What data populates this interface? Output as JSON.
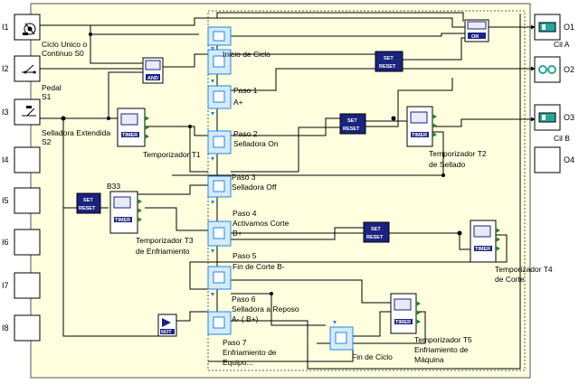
{
  "inputs": [
    "I1",
    "I2",
    "I3",
    "I4",
    "I5",
    "I6",
    "I7",
    "I8"
  ],
  "outputs": [
    "O1",
    "O2",
    "O3",
    "O4"
  ],
  "output_labels": {
    "o1": "Cil A",
    "o3": "Cil B"
  },
  "input_labels": {
    "i1_a": "Ciclo Unico o",
    "i1_b": "Continuo S0",
    "i2_a": "Pedal",
    "i2_b": "S1",
    "i3_a": "Selladora Extendida",
    "i3_b": "S2"
  },
  "steps": {
    "inicio": "Inicio de Ciclo",
    "p1_a": "Paso 1",
    "p1_b": "A+",
    "p2_a": "Paso 2",
    "p2_b": "Selladora On",
    "p3_a": "Paso 3",
    "p3_b": "Selladora Off",
    "p4_a": "Paso 4",
    "p4_b": "Activamos Corte",
    "p4_c": "B+",
    "p5_a": "Paso 5",
    "p5_b": "Fin de Corte B-",
    "p6_a": "Paso 6",
    "p6_b": "Selladora a Reposo",
    "p6_c": "A- ( B+)",
    "p7_a": "Paso 7",
    "p7_b": "Enfriamiento de",
    "p7_c": "Equipo...",
    "fin": "Fin de Ciclo"
  },
  "timers": {
    "t1": "Temporizador T1",
    "t2_a": "Temporizador T2",
    "t2_b": "de Sellado",
    "t3_a": "Temporizador T3",
    "t3_b": "de Enfriamiento",
    "t4_a": "Temporizador T4",
    "t4_b": "de Corte",
    "t5_a": "Temporizador T5",
    "t5_b": "Enfriamiento de",
    "t5_c": "Máquina"
  },
  "blocks": {
    "b33": "B33",
    "set": "SET",
    "reset": "RESET",
    "and": "AND",
    "or": "OR",
    "not": "NOT",
    "timer": "TIMER"
  },
  "colors": {
    "wire": "#000000",
    "dashed": "#333333",
    "panel": "#ffffe0",
    "io_box": "#ffffff",
    "block_navy": "#1a237e",
    "step_blue": "#1e88e5",
    "step_fill": "#d6eaf8",
    "timer_green": "#2e7d32",
    "output_teal": "#26a69a"
  }
}
